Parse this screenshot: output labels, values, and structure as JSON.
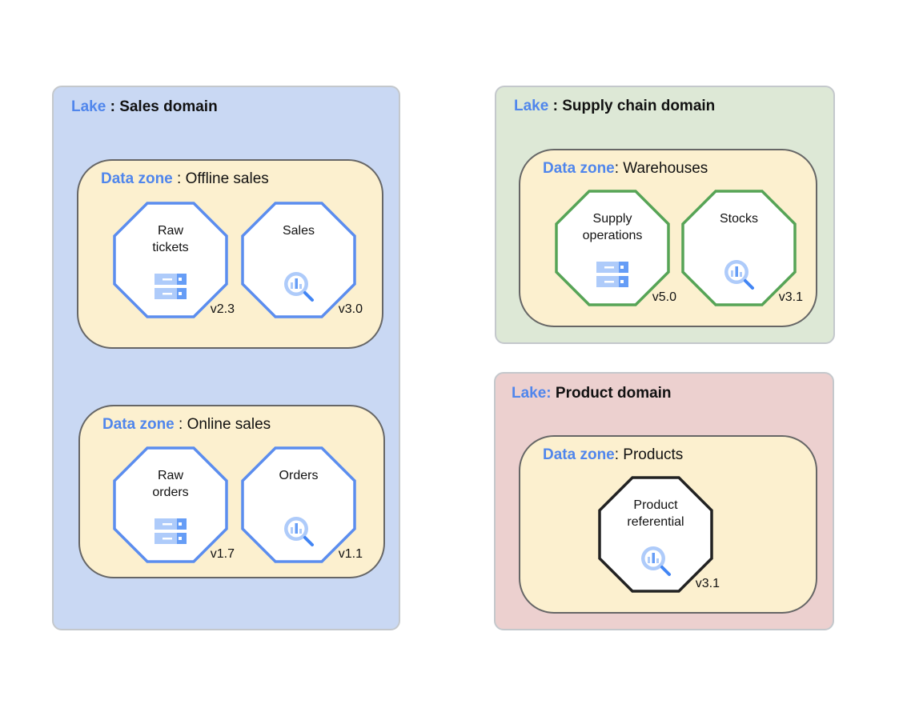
{
  "colors": {
    "lake_sales": "#c9d8f3",
    "lake_supply": "#dde8d6",
    "lake_product": "#ecd0cf",
    "zone": "#fcf0cf",
    "accent": "#5086ec",
    "octagon_blue": "#5b8def",
    "octagon_green": "#56a456",
    "octagon_black": "#222222"
  },
  "lakes": [
    {
      "prefix": "Lake",
      "suffix": " : Sales domain"
    },
    {
      "prefix": "Lake",
      "suffix": " : Supply chain domain"
    },
    {
      "prefix": "Lake:",
      "suffix": " Product domain"
    }
  ],
  "zones": [
    {
      "prefix": "Data zone",
      "suffix": " : Offline sales"
    },
    {
      "prefix": "Data zone",
      "suffix": " : Online sales"
    },
    {
      "prefix": "Data zone",
      "suffix": ": Warehouses"
    },
    {
      "prefix": "Data zone",
      "suffix": ": Products"
    }
  ],
  "nodes": [
    {
      "label": "Raw\ntickets",
      "icon": "storage-icon",
      "version": "v2.3",
      "stroke": "blue"
    },
    {
      "label": "Sales",
      "icon": "bigquery-icon",
      "version": "v3.0",
      "stroke": "blue"
    },
    {
      "label": "Raw\norders",
      "icon": "storage-icon",
      "version": "v1.7",
      "stroke": "blue"
    },
    {
      "label": "Orders",
      "icon": "bigquery-icon",
      "version": "v1.1",
      "stroke": "blue"
    },
    {
      "label": "Supply\noperations",
      "icon": "storage-icon",
      "version": "v5.0",
      "stroke": "green"
    },
    {
      "label": "Stocks",
      "icon": "bigquery-icon",
      "version": "v3.1",
      "stroke": "green"
    },
    {
      "label": "Product\nreferential",
      "icon": "bigquery-icon",
      "version": "v3.1",
      "stroke": "black"
    }
  ]
}
